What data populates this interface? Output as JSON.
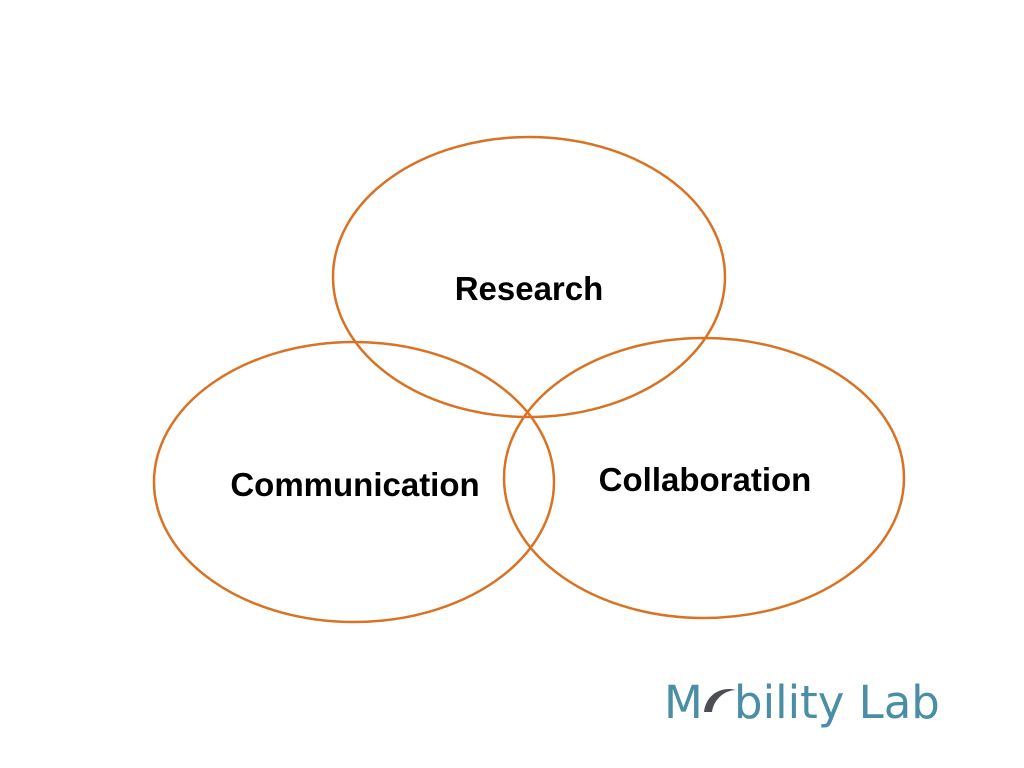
{
  "diagram": {
    "circle_color": "#d97222",
    "circles": [
      {
        "id": "research",
        "label": "Research"
      },
      {
        "id": "communication",
        "label": "Communication"
      },
      {
        "id": "collaboration",
        "label": "Collaboration"
      }
    ]
  },
  "logo": {
    "text": "Mobility Lab",
    "color": "#4a8ea6",
    "swoosh_color": "#4b4e53"
  }
}
